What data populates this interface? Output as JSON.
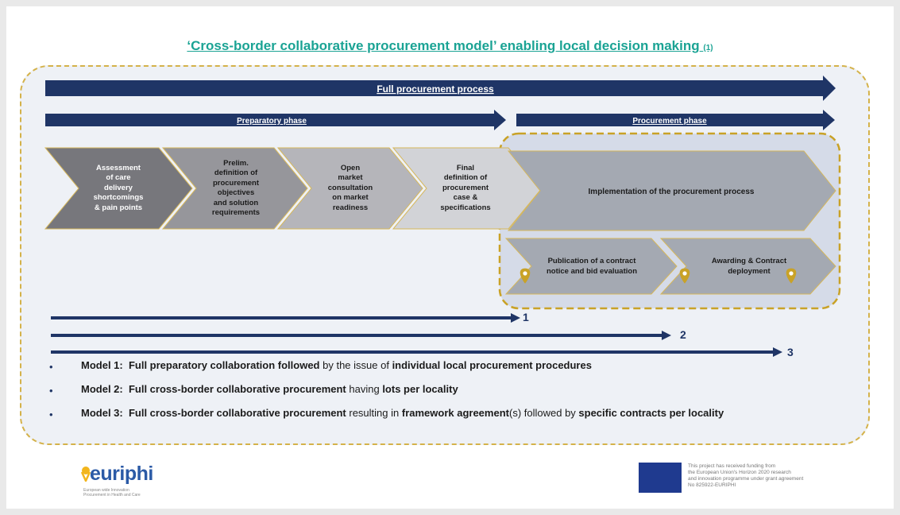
{
  "title": "‘Cross-border collaborative procurement model’ enabling local decision making",
  "title_ref": "(1)",
  "arrows": {
    "full": "Full procurement process",
    "preparatory": "Preparatory phase",
    "procurement": "Procurement phase"
  },
  "steps": [
    [
      "Assessment",
      "of care",
      "delivery",
      "shortcomings",
      "& pain points"
    ],
    [
      "Prelim.",
      "definition of",
      "procurement",
      "objectives",
      "and solution",
      "requirements"
    ],
    [
      "Open",
      "market",
      "consultation",
      "on market",
      "readiness"
    ],
    [
      "Final",
      "definition of",
      "procurement",
      "case &",
      "specifications"
    ]
  ],
  "implementation": "Implementation of the procurement process",
  "sub_steps": [
    [
      "Publication of a contract",
      "notice and bid evaluation"
    ],
    [
      "Awarding & Contract",
      "deployment"
    ]
  ],
  "model_numbers": [
    "1",
    "2",
    "3"
  ],
  "models": [
    {
      "bullet": "•",
      "label": "Model 1:",
      "parts": [
        {
          "t": "Full preparatory collaboration followed",
          "b": true
        },
        {
          "t": " by the issue of ",
          "b": false
        },
        {
          "t": "individual local procurement procedures",
          "b": true
        }
      ]
    },
    {
      "bullet": "•",
      "label": "Model 2:",
      "parts": [
        {
          "t": "Full cross-border collaborative procurement",
          "b": true
        },
        {
          "t": " having ",
          "b": false
        },
        {
          "t": "lots per locality",
          "b": true
        }
      ]
    },
    {
      "bullet": "•",
      "label": "Model 3:",
      "parts": [
        {
          "t": "Full cross-border collaborative procurement",
          "b": true
        },
        {
          "t": " resulting in ",
          "b": false
        },
        {
          "t": "framework agreement",
          "b": true
        },
        {
          "t": "(s) followed by ",
          "b": false
        },
        {
          "t": "specific contracts per locality",
          "b": true
        }
      ]
    }
  ],
  "logo": {
    "text": "euriphi",
    "subtitle": [
      "European wide Innovation",
      "Procurement in Health and Care"
    ]
  },
  "funding_text": [
    "This project has received funding from",
    "the European Union's Horizon 2020 research",
    "and innovation programme under grant agreement",
    "No 825922-EURIPHI"
  ],
  "colors": {
    "navy": "#1f3566",
    "teal": "#1aa394",
    "gold": "#c9a227",
    "gray_dark": "#77777c",
    "gray_mid": "#96969b",
    "gray_light": "#b5b5ba",
    "gray_pale": "#d2d3d7"
  }
}
